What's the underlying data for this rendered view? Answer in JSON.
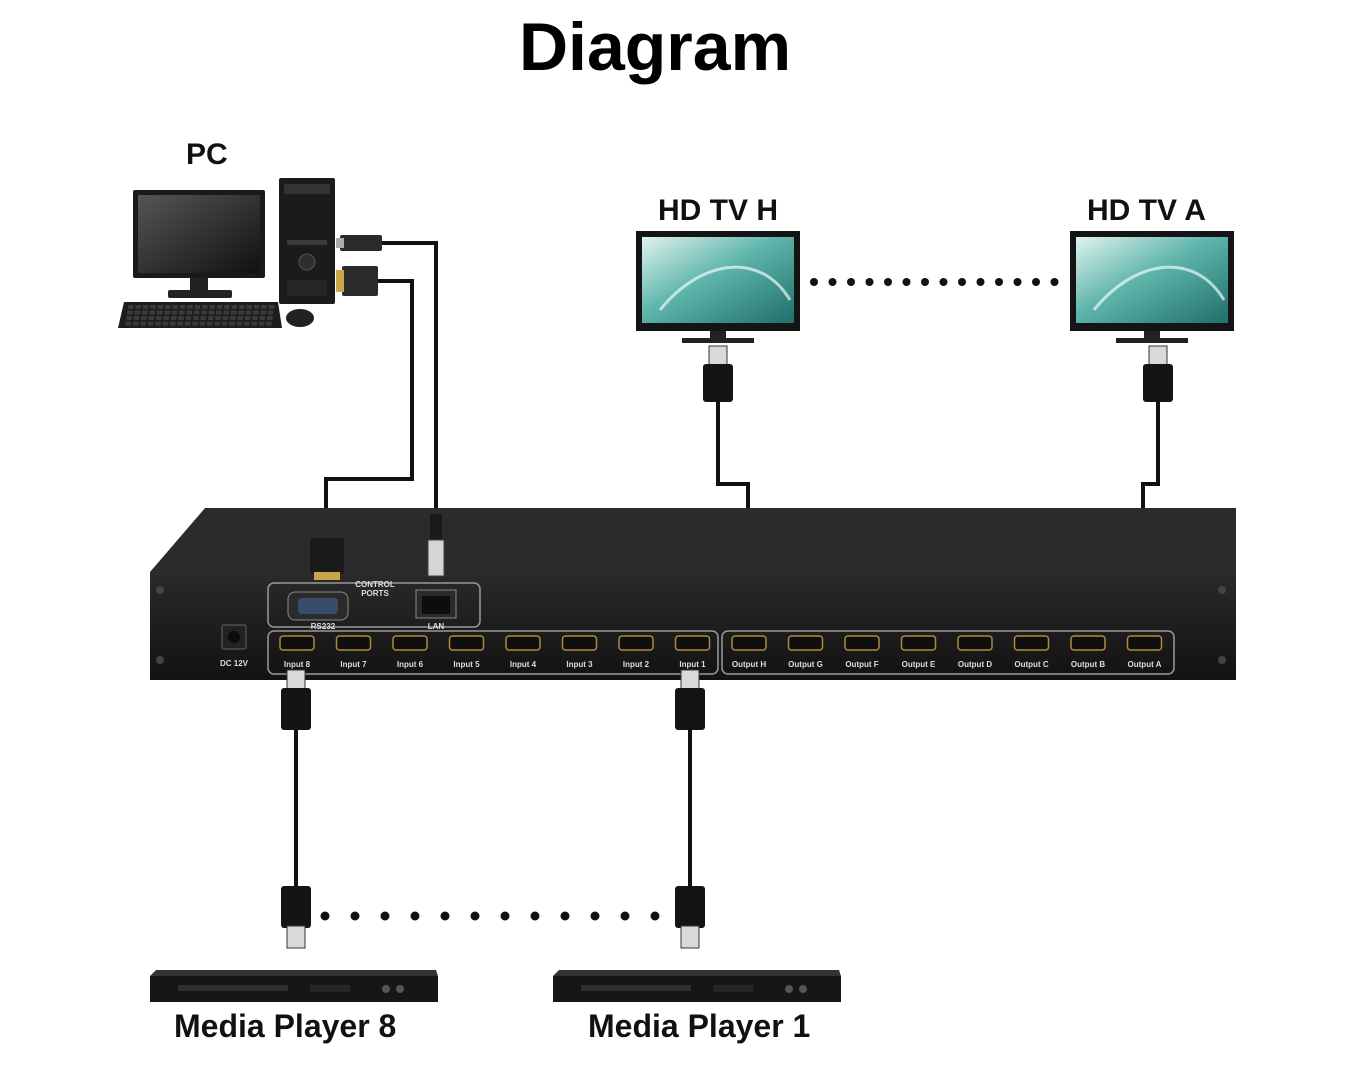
{
  "title": "Diagram",
  "labels": {
    "pc": "PC",
    "tv_h": "HD TV H",
    "tv_a": "HD TV A",
    "media_player_8": "Media Player 8",
    "media_player_1": "Media Player 1"
  },
  "device": {
    "control_ports": "CONTROL\nPORTS",
    "rs232": "RS232",
    "lan": "LAN",
    "power": "DC 12V",
    "inputs": [
      "Input 8",
      "Input 7",
      "Input 6",
      "Input 5",
      "Input 4",
      "Input 3",
      "Input 2",
      "Input 1"
    ],
    "outputs": [
      "Output H",
      "Output G",
      "Output F",
      "Output E",
      "Output D",
      "Output C",
      "Output B",
      "Output A"
    ]
  },
  "colors": {
    "device_body": "#1c1c1c",
    "cable": "#111111",
    "panel_line": "#9a9a9a",
    "tv_screen": "#4fa8a0"
  }
}
